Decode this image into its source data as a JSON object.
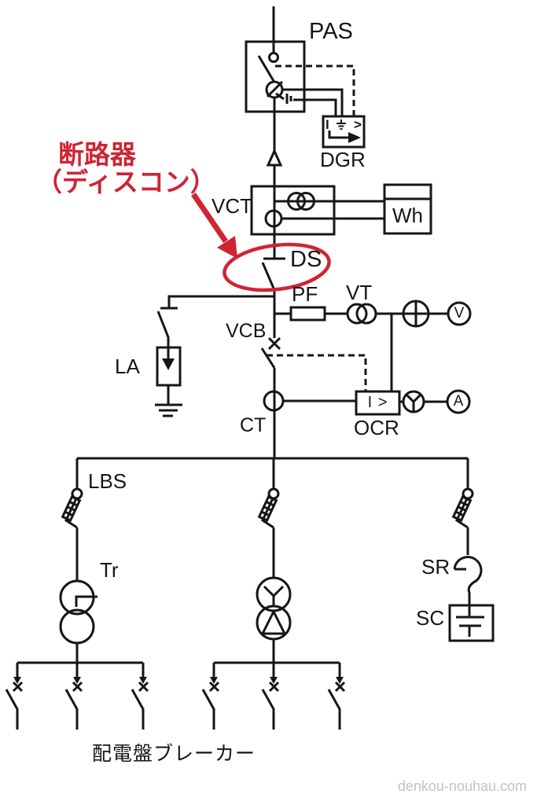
{
  "labels": {
    "pas": "PAS",
    "dgr": "DGR",
    "vct": "VCT",
    "wh": "Wh",
    "ds": "DS",
    "pf": "PF",
    "vt": "VT",
    "vcb": "VCB",
    "la": "LA",
    "ct": "CT",
    "ocr": "OCR",
    "lbs": "LBS",
    "tr": "Tr",
    "sr": "SR",
    "sc": "SC"
  },
  "meters": {
    "voltmeter": "V",
    "ammeter": "A"
  },
  "relay": {
    "ocr_element": "I >",
    "dgr_current": "I",
    "dgr_gt": ">"
  },
  "annotation": {
    "line1": "断路器",
    "line2": "（ディスコン）",
    "color": "#cf2434"
  },
  "footer": {
    "panel_label": "配電盤ブレーカー",
    "watermark": "denkou-nouhau.com"
  },
  "colors": {
    "line": "#161616",
    "accent_red": "#cf2434",
    "watermark_gray": "#c3c3c3"
  }
}
